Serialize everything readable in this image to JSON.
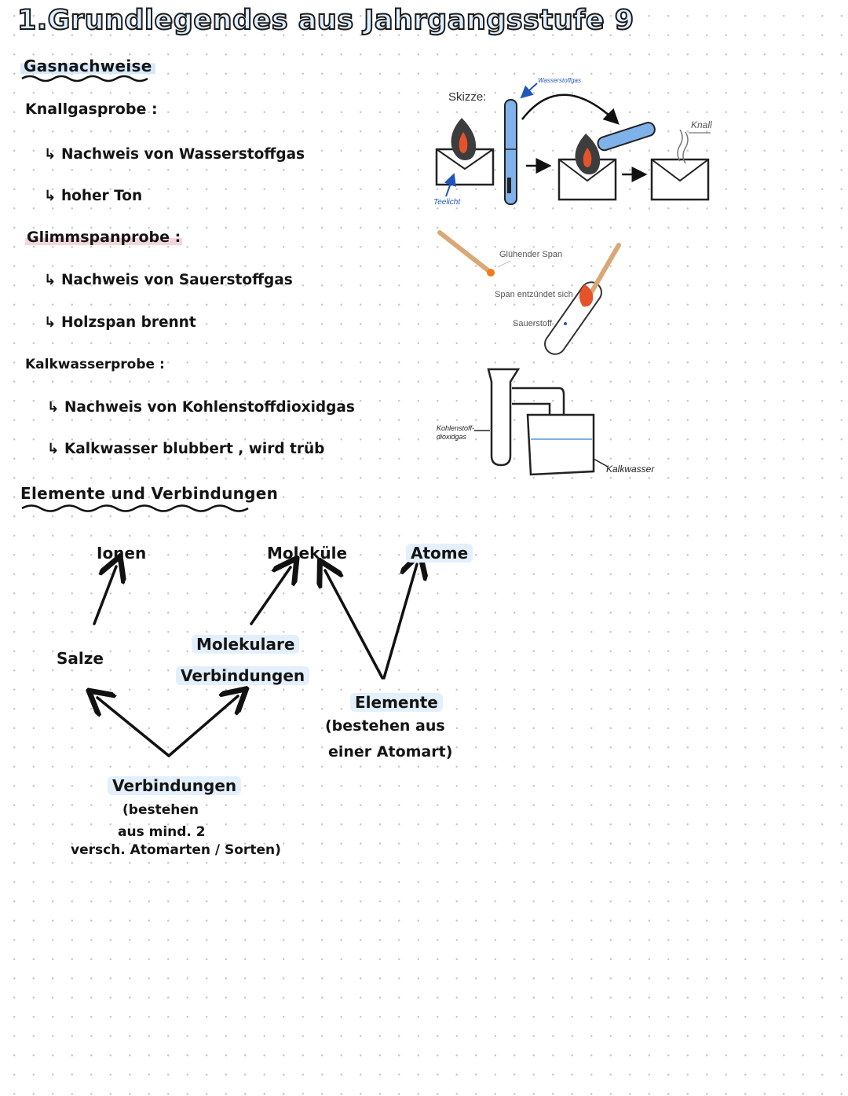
{
  "title": "1.Grundlegendes aus Jahrgangsstufe 9",
  "gas_section": {
    "heading": "Gasnachweise",
    "tests": [
      {
        "name": "Knallgasprobe :",
        "lines": [
          "↳ Nachweis von Wasserstoffgas",
          "↳ hoher Ton"
        ]
      },
      {
        "name": "Glimmspanprobe :",
        "lines": [
          "↳ Nachweis von Sauerstoffgas",
          "↳ Holzspan brennt"
        ]
      },
      {
        "name": "Kalkwasserprobe :",
        "lines": [
          "↳ Nachweis von Kohlenstoffdioxidgas",
          "↳ Kalkwasser blubbert , wird trüb"
        ]
      }
    ]
  },
  "figures": {
    "skizze_label": "Skizze:",
    "wasserstoffgas_label": "Wasserstoffgas",
    "teelicht_label": "Teelicht",
    "knall_label": "Knall",
    "gluehender_span_label": "Glühender Span",
    "span_entzuendet_label": "Span entzündet sich",
    "sauerstoff_label": "Sauerstoff",
    "kohlenstoffdioxidgas_label": "Kohlenstoff-dioxidgas",
    "kalkwasser_label": "Kalkwasser"
  },
  "elements_section": {
    "heading": "Elemente und Verbindungen",
    "ionen": "Ionen",
    "molekuele": "Moleküle",
    "atome": "Atome",
    "salze": "Salze",
    "molekulare_1": "Molekulare",
    "molekulare_2": "Verbindungen",
    "elemente": "Elemente",
    "elemente_expl_1": "(bestehen aus",
    "elemente_expl_2": "einer Atomart)",
    "verbindungen": "Verbindungen",
    "verbindungen_expl_1": "(bestehen",
    "verbindungen_expl_2": "aus mind. 2",
    "verbindungen_expl_3": "versch. Atomarten / Sorten)"
  },
  "colors": {
    "tube_blue": "#7fb2ea",
    "arrow_blue": "#1f56b8",
    "flame_orange": "#e4532a",
    "highlight_blue": "#d6e9fb",
    "highlight_red": "#f4d6da"
  }
}
